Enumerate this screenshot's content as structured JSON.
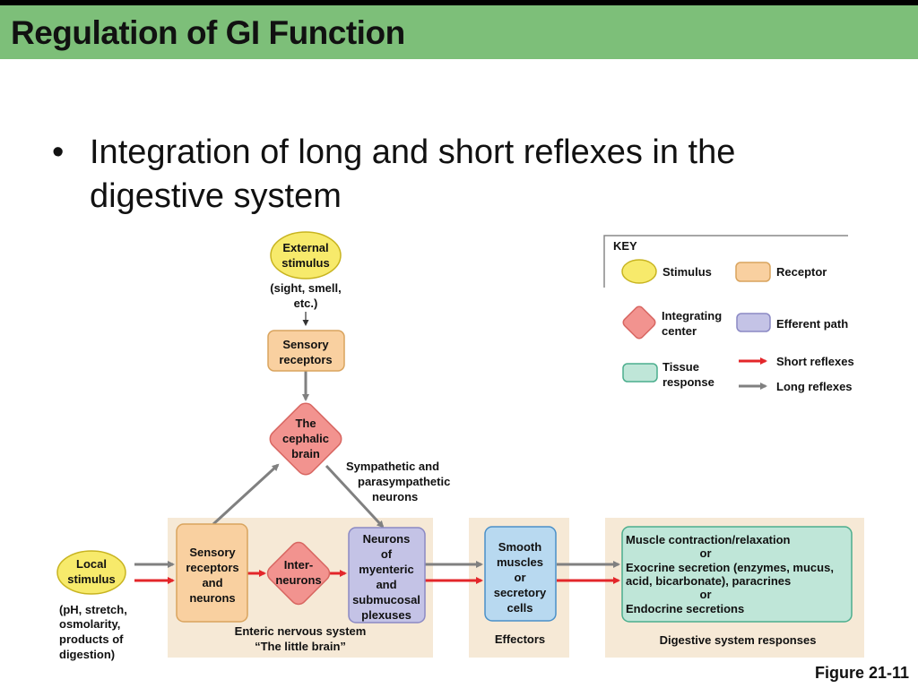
{
  "header": {
    "title": "Regulation of GI Function"
  },
  "bullet": {
    "marker": "•",
    "text": "Integration of long and short reflexes in the digestive system"
  },
  "figure_label": "Figure 21-11",
  "key": {
    "title": "KEY",
    "stimulus": "Stimulus",
    "receptor": "Receptor",
    "integrating_center": [
      "Integrating",
      "center"
    ],
    "efferent_path": "Efferent path",
    "tissue_response": [
      "Tissue",
      "response"
    ],
    "short_reflexes": "Short reflexes",
    "long_reflexes": "Long reflexes"
  },
  "diagram": {
    "external_stimulus": [
      "External",
      "stimulus"
    ],
    "external_note": [
      "(sight, smell,",
      "etc.)"
    ],
    "sensory_receptors_top": [
      "Sensory",
      "receptors"
    ],
    "cephalic_brain": [
      "The",
      "cephalic",
      "brain"
    ],
    "autonomic_label": [
      "Sympathetic and",
      "parasympathetic",
      "neurons"
    ],
    "local_stimulus": [
      "Local",
      "stimulus"
    ],
    "local_note": [
      "(pH, stretch,",
      "osmolarity,",
      "products of",
      "digestion)"
    ],
    "sensory_receptors_neurons": [
      "Sensory",
      "receptors",
      "and",
      "neurons"
    ],
    "interneurons": [
      "Inter-",
      "neurons"
    ],
    "enteric_neurons": [
      "Neurons",
      "of",
      "myenteric",
      "and",
      "submucosal",
      "plexuses"
    ],
    "enteric_label": [
      "Enteric nervous system",
      "“The little brain”"
    ],
    "effector_cells": [
      "Smooth",
      "muscles",
      "or",
      "secretory",
      "cells"
    ],
    "effectors_label": "Effectors",
    "responses": [
      "Muscle contraction/relaxation",
      "or",
      "Exocrine secretion (enzymes, mucus,",
      "acid, bicarbonate), paracrines",
      "or",
      "Endocrine secretions"
    ],
    "responses_label": "Digestive system responses"
  },
  "colors": {
    "header": "#7dbf79",
    "stimulus": "#f7ea6b",
    "receptor": "#f9d0a0",
    "integrating": "#f2938f",
    "efferent": "#c4c3e6",
    "tissue": "#bfe6d8",
    "short_reflex": "#e3262a",
    "long_reflex": "#808080",
    "panel": "#f6e9d6"
  }
}
